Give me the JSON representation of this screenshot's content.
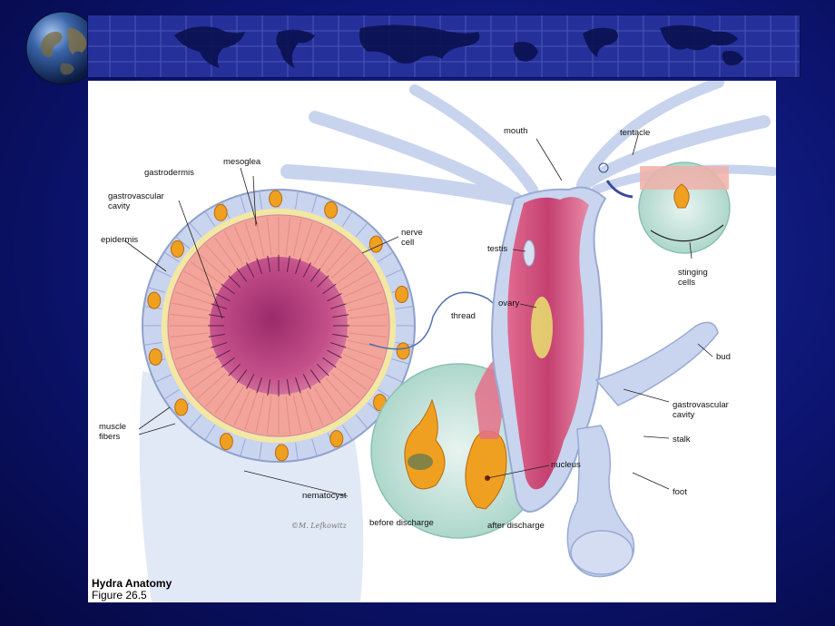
{
  "figure": {
    "title": "Hydra Anatomy",
    "subtitle": "Figure 26.5",
    "signature": "©M. Lefkowitz"
  },
  "labels": {
    "mesoglea": "mesoglea",
    "gastrodermis": "gastrodermis",
    "gastrovascular_cavity_left": "gastrovascular\ncavity",
    "epidermis": "epidermis",
    "nerve_cell": "nerve\ncell",
    "thread": "thread",
    "muscle_fibers": "muscle\nfibers",
    "nematocyst": "nematocyst",
    "nucleus": "nucleus",
    "before_discharge": "before discharge",
    "after_discharge": "after discharge",
    "mouth": "mouth",
    "tentacle": "tentacle",
    "testis": "testis",
    "ovary": "ovary",
    "stinging_cells": "stinging\ncells",
    "bud": "bud",
    "gastrovascular_cavity_right": "gastrovascular\ncavity",
    "stalk": "stalk",
    "foot": "foot"
  },
  "colors": {
    "background": "#0c1470",
    "banner": "#25309a",
    "panel": "#ffffff",
    "cavity": "#b0407a",
    "gastrodermis": "#f2a49a",
    "epidermis": "#c9d4ee",
    "nematocyst": "#f0a020"
  },
  "icons": {
    "globe": "globe-icon",
    "world_map": "world-map-banner"
  }
}
